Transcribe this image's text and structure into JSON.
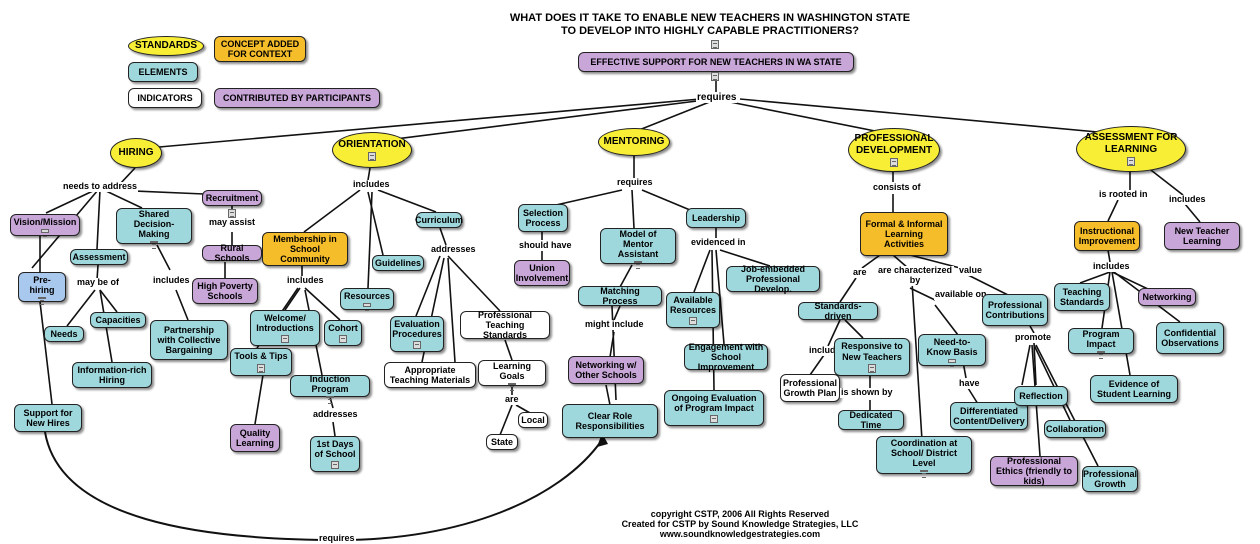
{
  "title": {
    "line1": "WHAT DOES IT TAKE TO ENABLE NEW TEACHERS IN WASHINGTON STATE",
    "line2": "TO DEVELOP INTO HIGHLY CAPABLE PRACTITIONERS?"
  },
  "legend": {
    "standards": "STANDARDS",
    "elements": "ELEMENTS",
    "indicators": "INDICATORS",
    "concept": "CONCEPT ADDED FOR CONTEXT",
    "contributed": "CONTRIBUTED BY PARTICIPANTS"
  },
  "nodes": {
    "root": "EFFECTIVE SUPPORT FOR NEW TEACHERS IN WA STATE",
    "hiring": "HIRING",
    "orientation": "ORIENTATION",
    "mentoring": "MENTORING",
    "prof_dev": "PROFESSIONAL DEVELOPMENT",
    "assessment_learning": "ASSESSMENT FOR LEARNING",
    "recruitment": "Recruitment",
    "vision": "Vision/Mission",
    "shared": "Shared Decision-Making",
    "rural": "Rural Schools",
    "high_poverty": "High Poverty Schools",
    "assessment": "Assessment",
    "pre_hiring": "Pre-hiring",
    "capacities": "Capacities",
    "needs": "Needs",
    "partnership": "Partnership with Collective Bargaining",
    "info_rich": "Information-rich Hiring",
    "support_hires": "Support for New Hires",
    "membership": "Membership in School Community",
    "curriculum": "Curriculum",
    "guidelines": "Guidelines",
    "resources": "Resources",
    "welcome": "Welcome/ Introductions",
    "cohort": "Cohort",
    "tools": "Tools & Tips",
    "induction": "Induction Program",
    "quality": "Quality Learning",
    "first_days": "1st Days of School",
    "eval_proc": "Evaluation Procedures",
    "prof_standards": "Professional Teaching Standards",
    "approp": "Appropriate Teaching Materials",
    "learning_goals": "Learning Goals",
    "local": "Local",
    "state": "State",
    "selection": "Selection Process",
    "union": "Union Involvement",
    "model_mentor": "Model of Mentor Assistant",
    "leadership": "Leadership",
    "matching": "Matching Process",
    "networking_other": "Networking w/ Other Schools",
    "clear_roles": "Clear Role Responsibilities",
    "available_res": "Available Resources",
    "job_embedded": "Job-embedded Professional Develop.",
    "engagement": "Engagement with School Improvement",
    "ongoing": "Ongoing Evaluation of Program Impact",
    "formal": "Formal & Informal Learning Activities",
    "standards_driven": "Standards-driven",
    "prof_growth_plan": "Professional Growth Plan",
    "responsive": "Responsive to New Teachers",
    "dedicated": "Dedicated Time",
    "need_to_know": "Need-to-Know Basis",
    "differentiated": "Differentiated Content/Delivery",
    "coordination": "Coordination at School/ District Level",
    "prof_contrib": "Professional Contributions",
    "reflection": "Reflection",
    "collaboration": "Collaboration",
    "prof_ethics": "Professional Ethics (friendly to kids)",
    "prof_growth": "Professional Growth",
    "instructional": "Instructional Improvement",
    "new_teacher_learning": "New Teacher Learning",
    "teaching_standards": "Teaching Standards",
    "networking": "Networking",
    "program_impact": "Program Impact",
    "confidential": "Confidential Observations",
    "evidence": "Evidence of Student Learning"
  },
  "links": {
    "requires": "requires",
    "needs_to_address": "needs to address",
    "may_assist": "may assist",
    "may_be_of": "may be of",
    "includes_shared": "includes",
    "includes_orient": "includes",
    "includes_member": "includes",
    "addresses_curr": "addresses",
    "addresses_ind": "addresses",
    "are_goals": "are",
    "requires_mentor": "requires",
    "should_have": "should have",
    "might_include": "might include",
    "evidenced_in": "evidenced in",
    "consists_of": "consists of",
    "are_pd": "are",
    "are_characterized": "are characterized by",
    "value": "value",
    "includes_sd": "includes",
    "is_shown_by": "is shown by",
    "available_on": "available on",
    "have": "have",
    "promote": "promote",
    "is_rooted_in": "is rooted in",
    "includes_afl": "includes",
    "includes_instr": "includes",
    "requires_bottom": "requires"
  },
  "copyright": {
    "line1": "copyright CSTP, 2006 All Rights Reserved",
    "line2": "Created for CSTP by Sound Knowledge Strategies, LLC",
    "line3": "www.soundknowledgestrategies.com"
  },
  "colors": {
    "standards": "#f7ee35",
    "elements": "#9fd8dc",
    "indicators": "#ffffff",
    "concept": "#f6bd2b",
    "contributed": "#c8a6d8"
  }
}
